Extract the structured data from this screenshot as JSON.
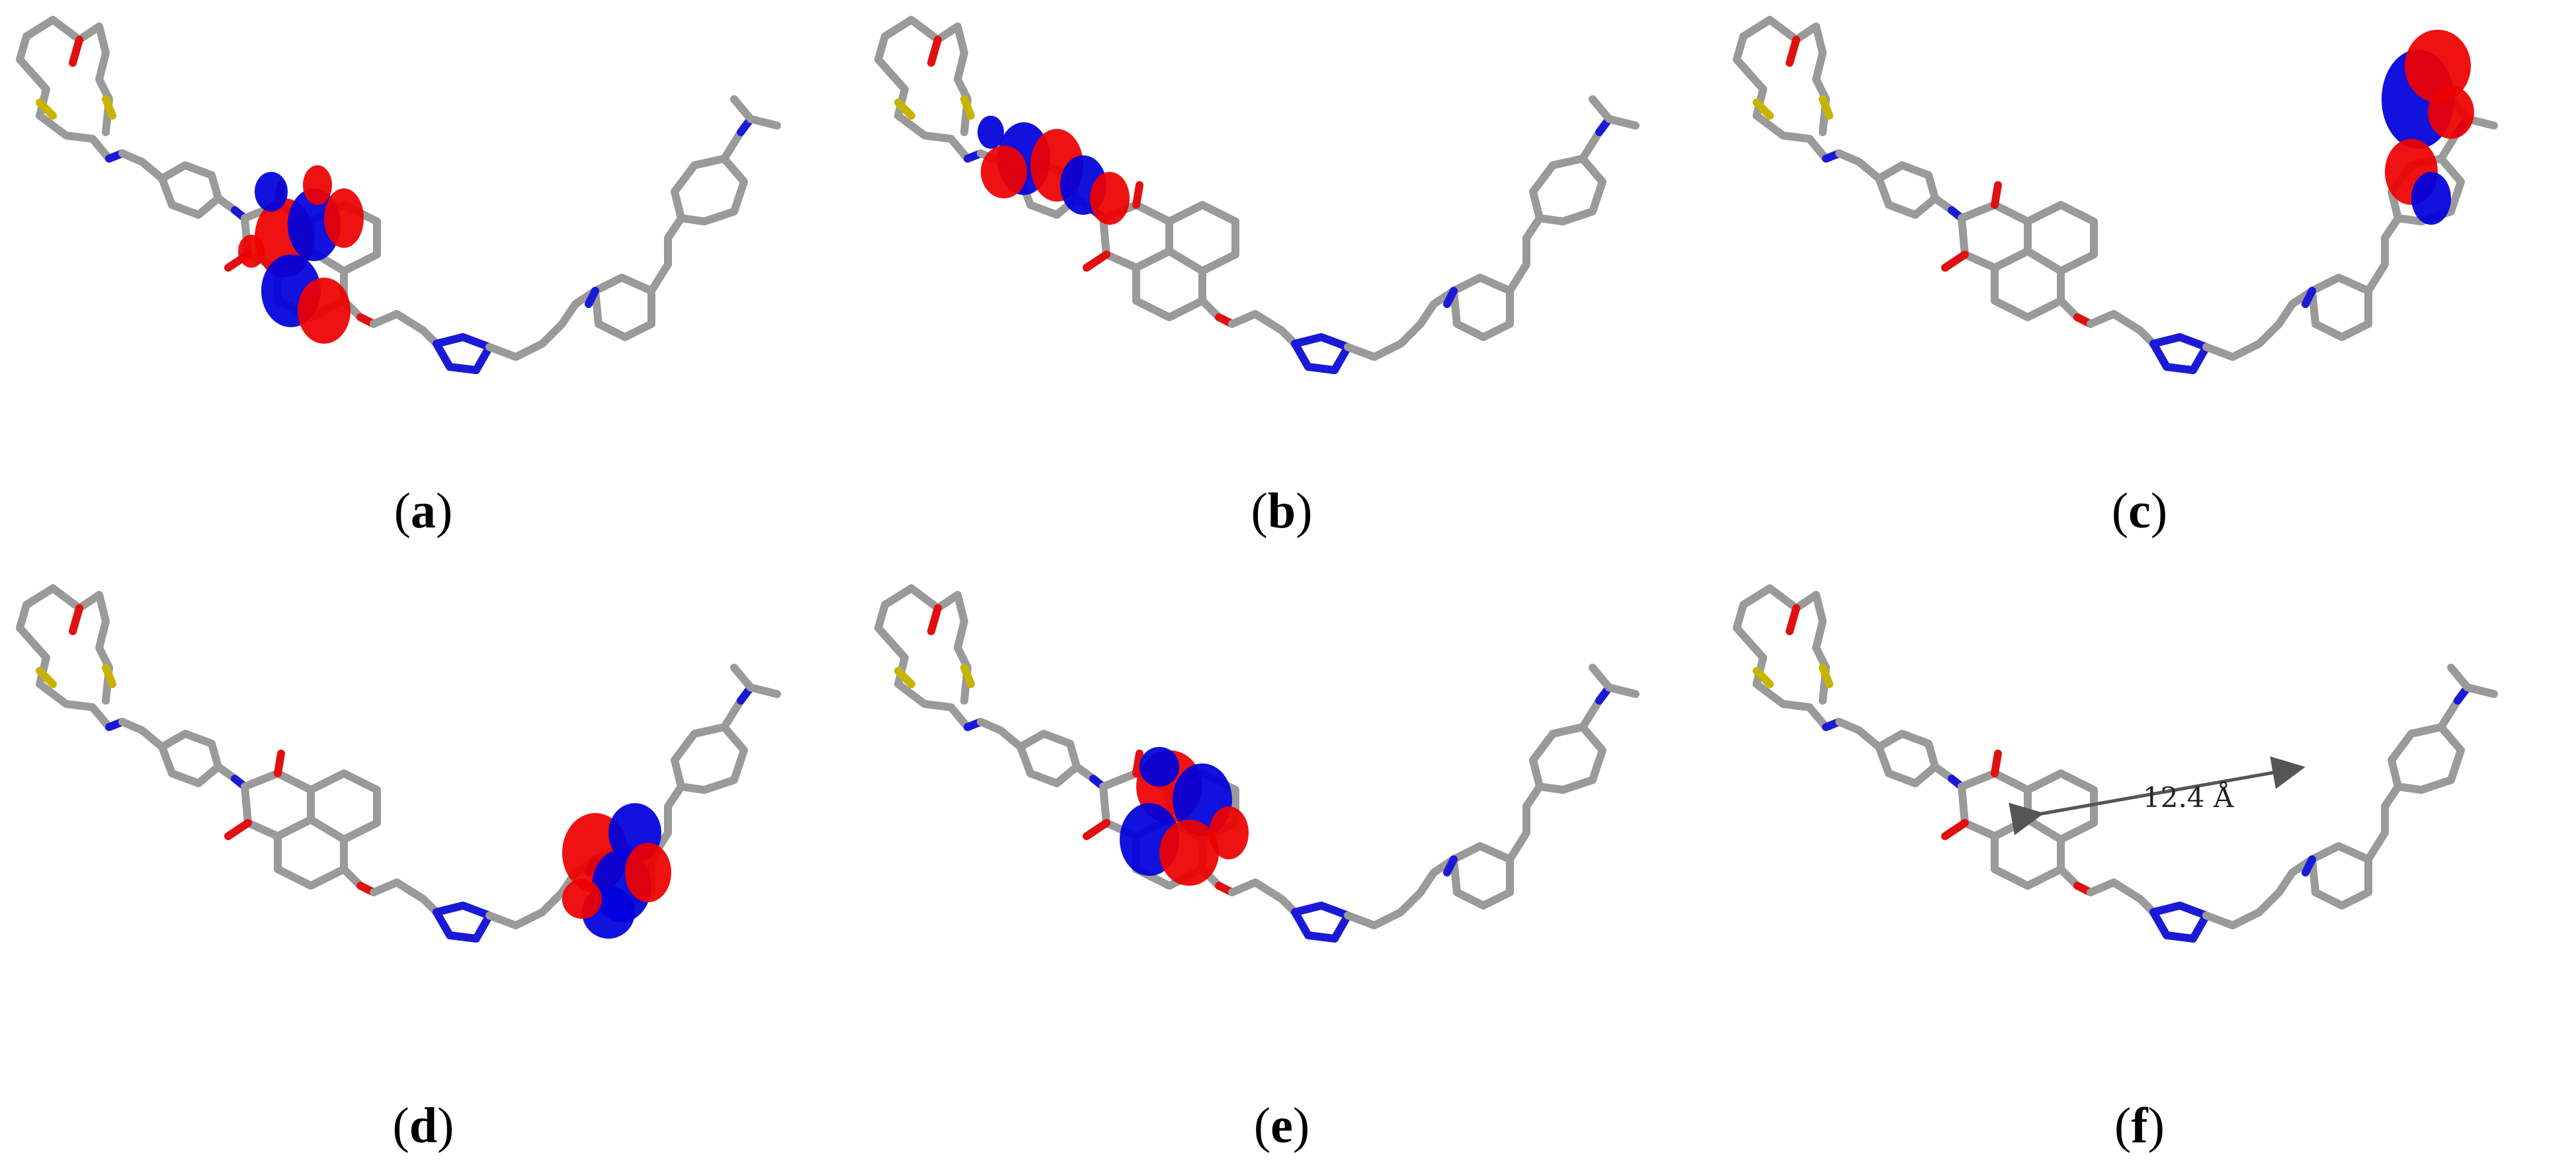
{
  "panels": [
    {
      "id": "a",
      "label": "a",
      "orbital": "a"
    },
    {
      "id": "b",
      "label": "b",
      "orbital": "b"
    },
    {
      "id": "c",
      "label": "c",
      "orbital": "c"
    },
    {
      "id": "d",
      "label": "d",
      "orbital": "d"
    },
    {
      "id": "e",
      "label": "e",
      "orbital": "e"
    },
    {
      "id": "f",
      "label": "f",
      "orbital": "none"
    }
  ],
  "distance": {
    "label": "12.4 Å"
  },
  "colors": {
    "carbon": "#9a9a9a",
    "nitrogen": "#1a1ad6",
    "oxygen": "#e01010",
    "sulfur": "#c8b400",
    "lobe_positive": "#ee0000",
    "lobe_negative": "#0000dd",
    "arrow": "#555555"
  }
}
